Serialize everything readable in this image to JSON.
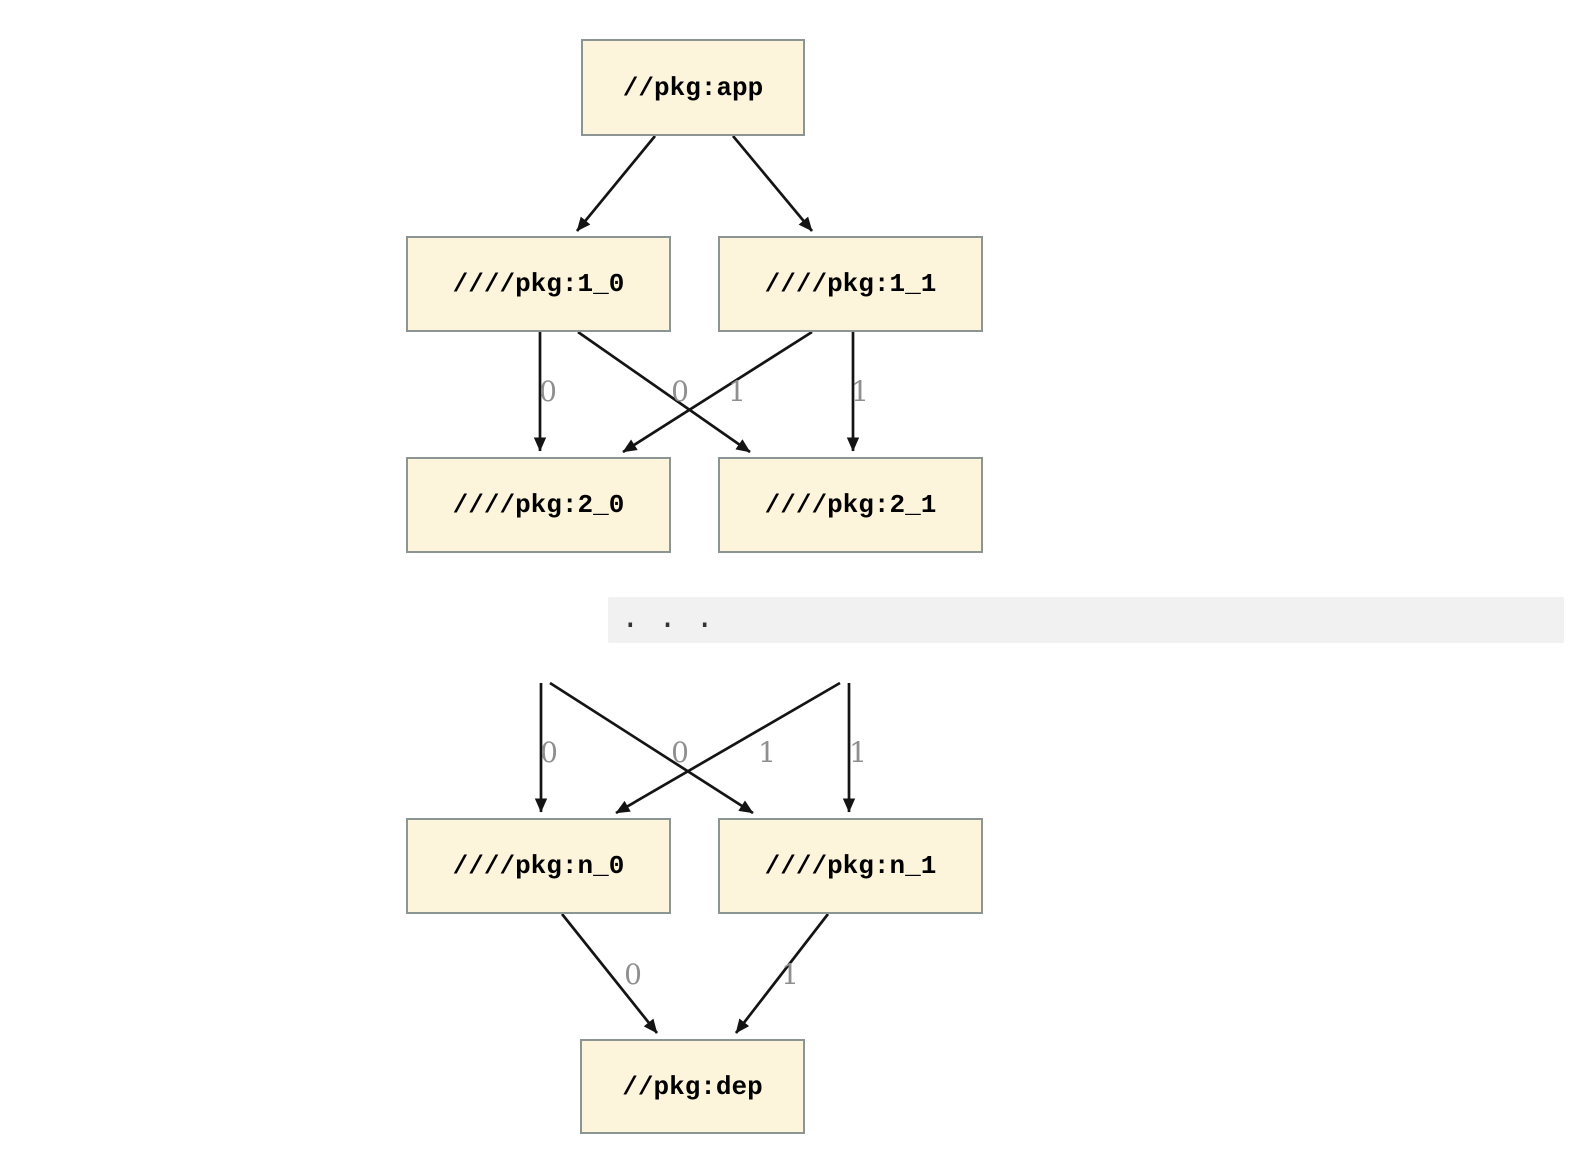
{
  "colors": {
    "background": "#FFFFFF",
    "node_fill": "#FCF4DB",
    "node_border": "#8C9494",
    "node_text": "#000000",
    "edge": "#141414",
    "edge_label": "#8F8F8F",
    "separator_bg": "#F1F1F1",
    "separator_text": "#333333"
  },
  "diagram": {
    "top_graph": {
      "nodes": {
        "app": "//pkg:app",
        "l1_0": "////pkg:1_0",
        "l1_1": "////pkg:1_1",
        "l2_0": "////pkg:2_0",
        "l2_1": "////pkg:2_1"
      },
      "edge_labels": {
        "l1_0_to_l2_0": "0",
        "l1_1_to_l2_0": "0",
        "l1_0_to_l2_1": "1",
        "l1_1_to_l2_1": "1"
      }
    },
    "separator": {
      "text": ". . ."
    },
    "bottom_graph": {
      "nodes": {
        "ln_0": "////pkg:n_0",
        "ln_1": "////pkg:n_1",
        "dep": "//pkg:dep"
      },
      "edge_labels": {
        "into_ln_0_direct": "0",
        "into_ln_0_cross": "0",
        "into_ln_1_cross": "1",
        "into_ln_1_direct": "1",
        "ln_0_to_dep": "0",
        "ln_1_to_dep": "1"
      }
    }
  }
}
